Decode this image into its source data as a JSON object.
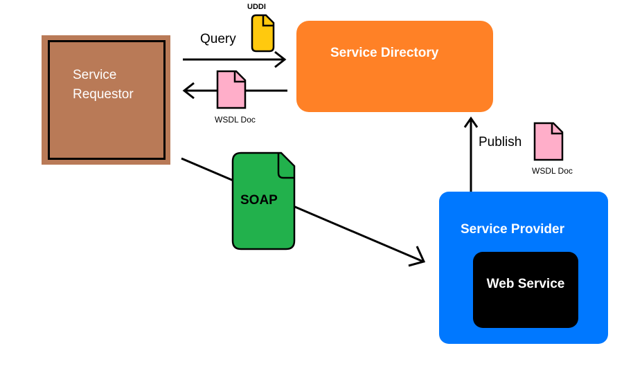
{
  "service_requestor": {
    "label": "Service\nRequestor",
    "color": "#b97a57"
  },
  "service_directory": {
    "label": "Service Directory",
    "color": "#ff8126"
  },
  "service_provider": {
    "label": "Service Provider",
    "color": "#0078ff"
  },
  "web_service": {
    "label": "Web Service",
    "color": "#000000"
  },
  "query_label": "Query",
  "publish_label": "Publish",
  "uddi_label": "UDDI",
  "wsdl_doc_label_left": "WSDL Doc",
  "wsdl_doc_label_right": "WSDL Doc",
  "soap_label": "SOAP",
  "colors": {
    "uddi_doc": "#ffc90e",
    "wsdl_doc": "#ffaec9",
    "soap_doc": "#22b14c"
  }
}
